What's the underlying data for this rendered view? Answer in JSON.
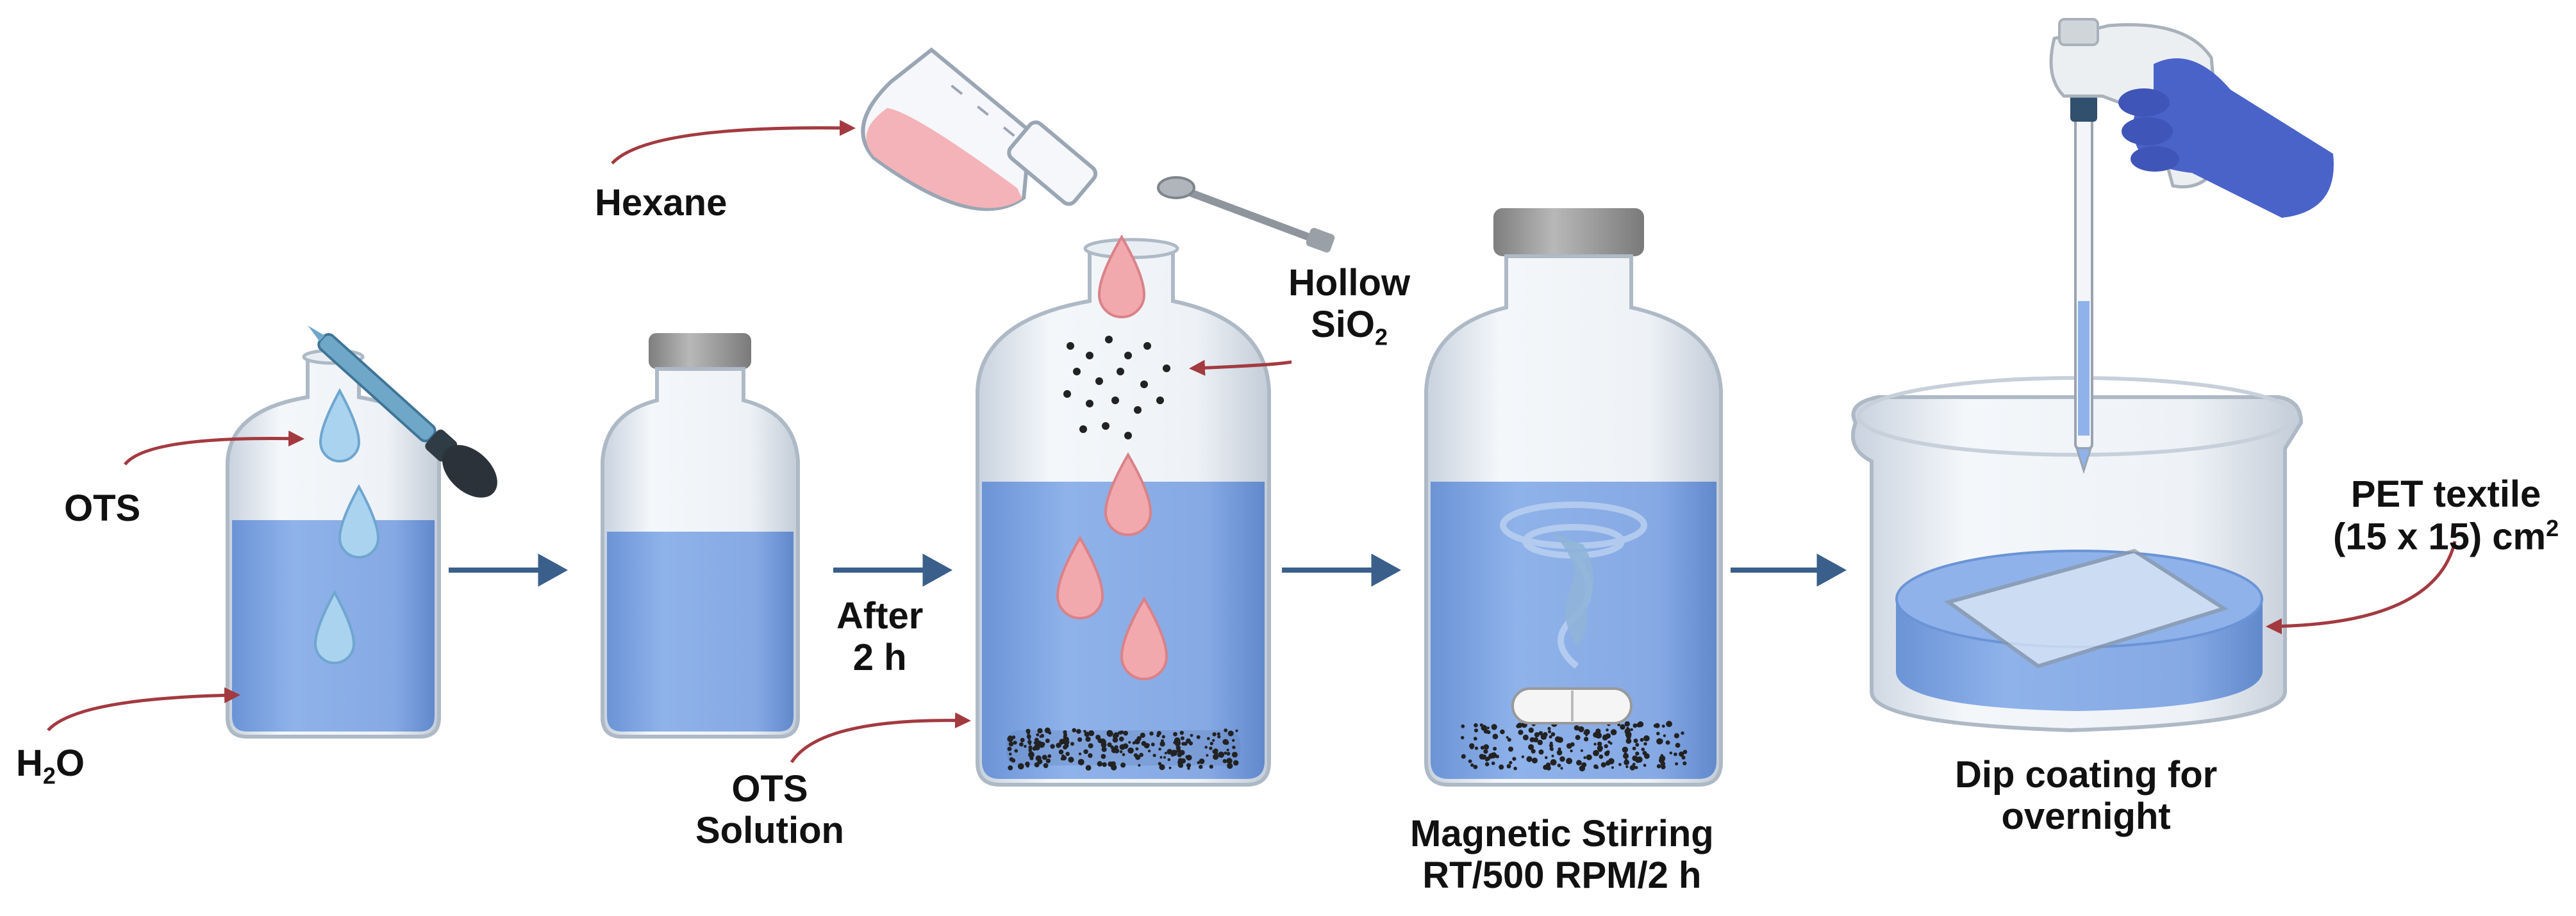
{
  "labels": {
    "ots": "OTS",
    "h2o": {
      "main": "H",
      "sub": "2",
      "tail": "O"
    },
    "hexane": "Hexane",
    "hollow_sio2": {
      "line1": "Hollow",
      "line2_main": "SiO",
      "line2_sub": "2"
    },
    "after": {
      "line1": "After",
      "line2": "2 h"
    },
    "ots_solution": {
      "line1": "OTS",
      "line2": "Solution"
    },
    "magnetic": {
      "line1": "Magnetic Stirring",
      "line2": "RT/500 RPM/2 h"
    },
    "dip": {
      "line1": "Dip coating for",
      "line2": "overnight"
    },
    "pet": {
      "line1": "PET textile",
      "line2_main": "(15 x 15) cm",
      "line2_sup": "2"
    }
  },
  "colors": {
    "liquid_blue": "#7fa7e6",
    "glass": "#d6dee8",
    "droplet_blue": "#a9d3ef",
    "droplet_pink": "#f2a9ad",
    "label_arrow": "#a33a40",
    "process_arrow": "#3a5f8a",
    "cap": "#9c9c9c",
    "glove": "#4a63c9"
  }
}
